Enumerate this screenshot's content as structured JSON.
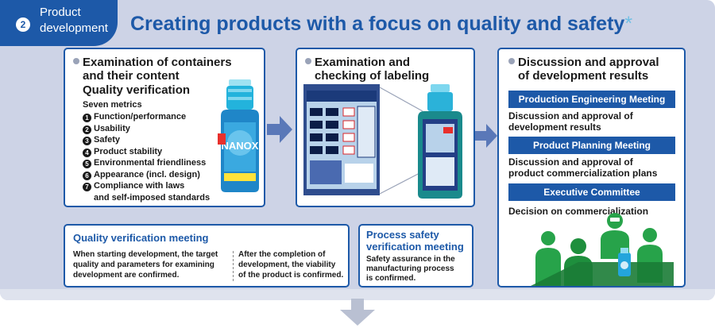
{
  "step": {
    "number": "2",
    "label_line1": "Product",
    "label_line2": "development"
  },
  "title": {
    "text": "Creating products with a focus on quality and safety",
    "mark": "*"
  },
  "container_exam": {
    "heading_line1": "Examination of containers",
    "heading_line2": "and their content",
    "subheading": "Quality verification",
    "metrics_title": "Seven metrics",
    "metrics": [
      {
        "num": "1",
        "label": "Function/performance"
      },
      {
        "num": "2",
        "label": "Usability"
      },
      {
        "num": "3",
        "label": "Safety"
      },
      {
        "num": "4",
        "label": "Product stability"
      },
      {
        "num": "5",
        "label": "Environmental friendliness"
      },
      {
        "num": "6",
        "label": "Appearance (incl. design)"
      },
      {
        "num": "7",
        "label": "Compliance with laws"
      }
    ],
    "metrics_continuation": "and self-imposed standards",
    "product_name": "NANOX"
  },
  "labeling_exam": {
    "heading_line1": "Examination and",
    "heading_line2": "checking of labeling"
  },
  "approval": {
    "heading_line1": "Discussion and approval",
    "heading_line2": "of development results",
    "meetings": [
      {
        "name": "Production Engineering Meeting",
        "desc_line1": "Discussion and approval of",
        "desc_line2": "development results"
      },
      {
        "name": "Product Planning Meeting",
        "desc_line1": "Discussion and approval of",
        "desc_line2": "product commercialization plans"
      },
      {
        "name": "Executive Committee",
        "desc_line1": "Decision on commercialization",
        "desc_line2": ""
      }
    ]
  },
  "quality_meeting": {
    "title": "Quality verification meeting",
    "col1_line1": "When starting development, the target",
    "col1_line2": "quality and parameters for examining",
    "col1_line3": "development are confirmed.",
    "col2_line1": "After the completion of",
    "col2_line2": "development, the viability",
    "col2_line3": "of the product is confirmed."
  },
  "process_safety": {
    "title_line1": "Process safety",
    "title_line2": "verification meeting",
    "desc_line1": "Safety assurance in the",
    "desc_line2": "manufacturing process",
    "desc_line3": "is confirmed."
  },
  "colors": {
    "brand": "#1d59a8",
    "panel": "#cdd3e6",
    "arrow": "#5a78b8",
    "bottom_arrow": "#b9c0d2"
  }
}
